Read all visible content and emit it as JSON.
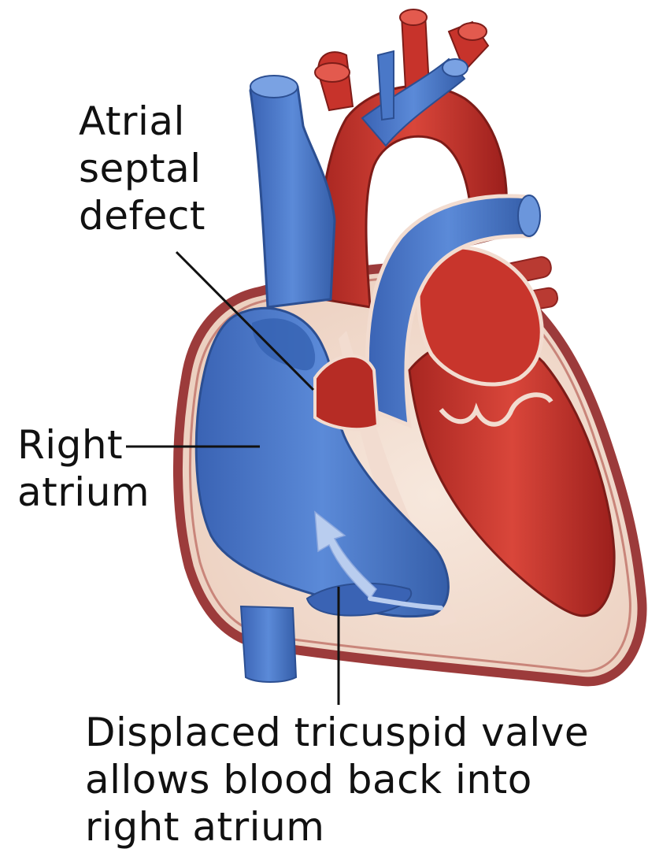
{
  "labels": {
    "atrial_septal_defect": [
      "Atrial",
      "septal",
      "defect"
    ],
    "right_atrium": [
      "Right",
      "atrium"
    ],
    "tricuspid_valve": [
      "Displaced tricuspid valve",
      "allows blood back into",
      "right atrium"
    ]
  },
  "colors": {
    "oxygen_poor_blood": "#4a78c8",
    "oxygen_rich_blood": "#c8352c",
    "heart_wall": "#f3e1d6",
    "pericardium": "#9c3b3b",
    "leader_line": "#111111"
  }
}
